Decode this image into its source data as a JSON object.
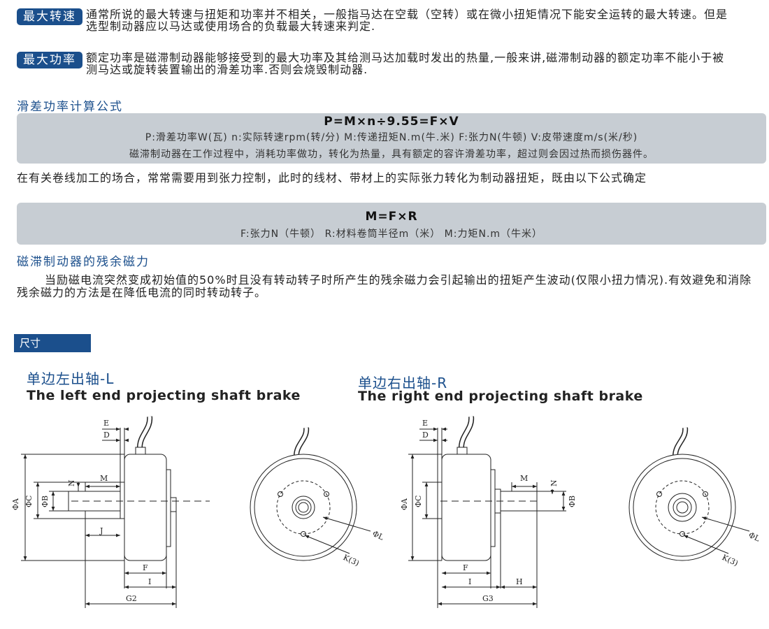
{
  "max_speed": {
    "tag": "最大转速",
    "text": "通常所说的最大转速与扭矩和功率并不相关，一般指马达在空载（空转）或在微小扭矩情况下能安全运转的最大转速。但是选型制动器应以马达或使用场合的负载最大转速来判定."
  },
  "max_power": {
    "tag": "最大功率",
    "text": "额定功率是磁滞制动器能够接受到的最大功率及其给测马达加载时发出的热量,一般来讲,磁滞制动器的额定功率不能小于被测马达或旋转装置输出的滑差功率.否则会烧毁制动器."
  },
  "slip_formula": {
    "title": "滑差功率计算公式",
    "formula": "P=M×n÷9.55=F×V",
    "legend": "P:滑差功率W(瓦)   n:实际转速rpm(转/分)   M:传递扭矩N.m(牛.米)    F:张力N(牛顿)    V:皮带速度m/s(米/秒)",
    "note": "磁滞制动器在工作过程中，消耗功率做功，转化为热量，具有额定的容许滑差功率，超过则会因过热而损伤器件。"
  },
  "winding_text": "在有关卷线加工的场合，常常需要用到张力控制，此时的线材、带材上的实际张力转化为制动器扭矩，既由以下公式确定",
  "torque_formula": {
    "formula": "M=F×R",
    "legend": "F:张力N（牛顿）   R:材料卷筒半径m（米）   M:力矩N.m（牛米）"
  },
  "residual": {
    "title": "磁滞制动器的残余磁力",
    "text": "当励磁电流突然变成初始值的50%时且没有转动转子时所产生的残余磁力会引起输出的扭矩产生波动(仅限小扭力情况).有效避免和消除残余磁力的方法是在降低电流的同时转动转子。"
  },
  "dimensions_tab": "尺寸",
  "left_brake": {
    "title_cn": "单边左出轴-L",
    "title_en": "The left end projecting shaft brake"
  },
  "right_brake": {
    "title_cn": "单边右出轴-R",
    "title_en": "The right end projecting shaft brake"
  },
  "dim_labels": {
    "A": "ΦA",
    "C": "ΦC",
    "B": "ΦB",
    "E": "E",
    "D": "D",
    "M": "M",
    "N": "N",
    "J": "J",
    "F": "F",
    "I": "I",
    "G2": "G2",
    "G3": "G3",
    "H": "H",
    "L": "ΦL",
    "K": "K(3)"
  },
  "colors": {
    "accent": "#1b4f8c",
    "box_bg": "#c7cdd3"
  }
}
